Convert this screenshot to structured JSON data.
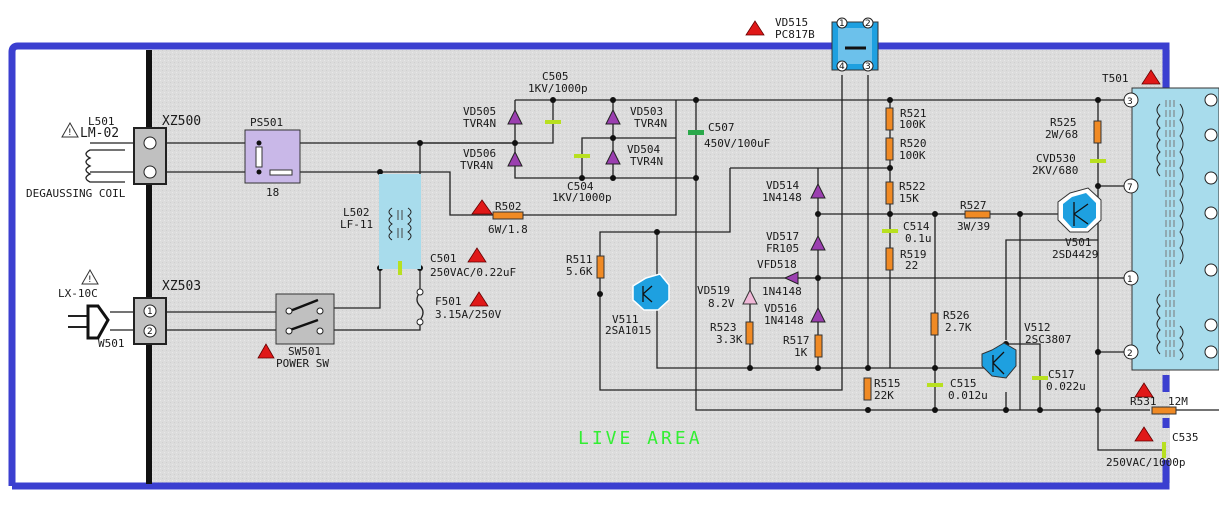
{
  "diagram": {
    "type": "schematic",
    "title_area": "LIVE AREA",
    "colors": {
      "border": "#3b3fd0",
      "live_area_bg": "#dcdcdc",
      "live_area_text": "#33ee33",
      "resistor": "#f08a24",
      "capacitor": "#b8e020",
      "diode": "#9b3fb0",
      "transistor": "#1ea0e0",
      "warning": "#e01818",
      "transformer_bg": "#a8dcec",
      "filter_bg": "#a8dcec",
      "ps_bg": "#c9b8e8"
    },
    "components": {
      "l501": {
        "ref": "L501",
        "part": "LM-02",
        "desc": "DEGAUSSING COIL"
      },
      "xz500": {
        "ref": "XZ500"
      },
      "xz503": {
        "ref": "XZ503",
        "pin1": "1",
        "pin2": "2"
      },
      "lx10c": {
        "ref": "LX-10C"
      },
      "w501": {
        "ref": "W501"
      },
      "ps501": {
        "ref": "PS501",
        "value": "18"
      },
      "l502": {
        "ref": "L502",
        "part": "LF-11"
      },
      "c501": {
        "ref": "C501",
        "value": "250VAC/0.22uF"
      },
      "f501": {
        "ref": "F501",
        "value": "3.15A/250V"
      },
      "sw501": {
        "ref": "SW501",
        "desc": "POWER SW"
      },
      "r502": {
        "ref": "R502",
        "value": "6W/1.8"
      },
      "vd505": {
        "ref": "VD505",
        "part": "TVR4N"
      },
      "vd506": {
        "ref": "VD506",
        "part": "TVR4N"
      },
      "vd503": {
        "ref": "VD503",
        "part": "TVR4N"
      },
      "vd504": {
        "ref": "VD504",
        "part": "TVR4N"
      },
      "c505": {
        "ref": "C505",
        "value": "1KV/1000p"
      },
      "c504": {
        "ref": "C504",
        "value": "1KV/1000p"
      },
      "c507": {
        "ref": "C507",
        "value": "450V/100uF"
      },
      "vd515": {
        "ref": "VD515",
        "part": "PC817B",
        "pins": [
          "1",
          "2",
          "4",
          "3"
        ]
      },
      "r511": {
        "ref": "R511",
        "value": "5.6K"
      },
      "v511": {
        "ref": "V511",
        "part": "2SA1015"
      },
      "vd514": {
        "ref": "VD514",
        "part": "1N4148"
      },
      "vd517": {
        "ref": "VD517",
        "part": "FR105"
      },
      "vfd518": {
        "ref": "VFD518",
        "part": "1N4148"
      },
      "vd519": {
        "ref": "VD519",
        "value": "8.2V"
      },
      "vd516": {
        "ref": "VD516",
        "part": "1N4148"
      },
      "r523": {
        "ref": "R523",
        "value": "3.3K"
      },
      "r517": {
        "ref": "R517",
        "value": "1K"
      },
      "r521": {
        "ref": "R521",
        "value": "100K"
      },
      "r520": {
        "ref": "R520",
        "value": "100K"
      },
      "r522": {
        "ref": "R522",
        "value": "15K"
      },
      "c514": {
        "ref": "C514",
        "value": "0.1u"
      },
      "r519": {
        "ref": "R519",
        "value": "22"
      },
      "r527": {
        "ref": "R527",
        "value": "3W/39"
      },
      "r526": {
        "ref": "R526",
        "value": "2.7K"
      },
      "r515": {
        "ref": "R515",
        "value": "22K"
      },
      "c515": {
        "ref": "C515",
        "value": "0.012u"
      },
      "v512": {
        "ref": "V512",
        "part": "2SC3807"
      },
      "c517": {
        "ref": "C517",
        "value": "0.022u"
      },
      "r525": {
        "ref": "R525",
        "value": "2W/68"
      },
      "cvd530": {
        "ref": "CVD530",
        "value": "2KV/680"
      },
      "v501": {
        "ref": "V501",
        "part": "2SD4429"
      },
      "t501": {
        "ref": "T501",
        "pins": [
          "3",
          "7",
          "1",
          "2"
        ]
      },
      "r531": {
        "ref": "R531",
        "value": "12M"
      },
      "c535": {
        "ref": "C535",
        "value": "250VAC/1000p"
      }
    }
  }
}
